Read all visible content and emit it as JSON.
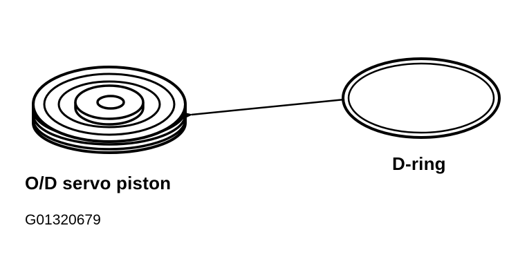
{
  "labels": {
    "piston": "O/D servo piston",
    "dring": "D-ring",
    "figure_id": "G01320679"
  },
  "colors": {
    "ink": "#000000",
    "paper": "#ffffff"
  }
}
